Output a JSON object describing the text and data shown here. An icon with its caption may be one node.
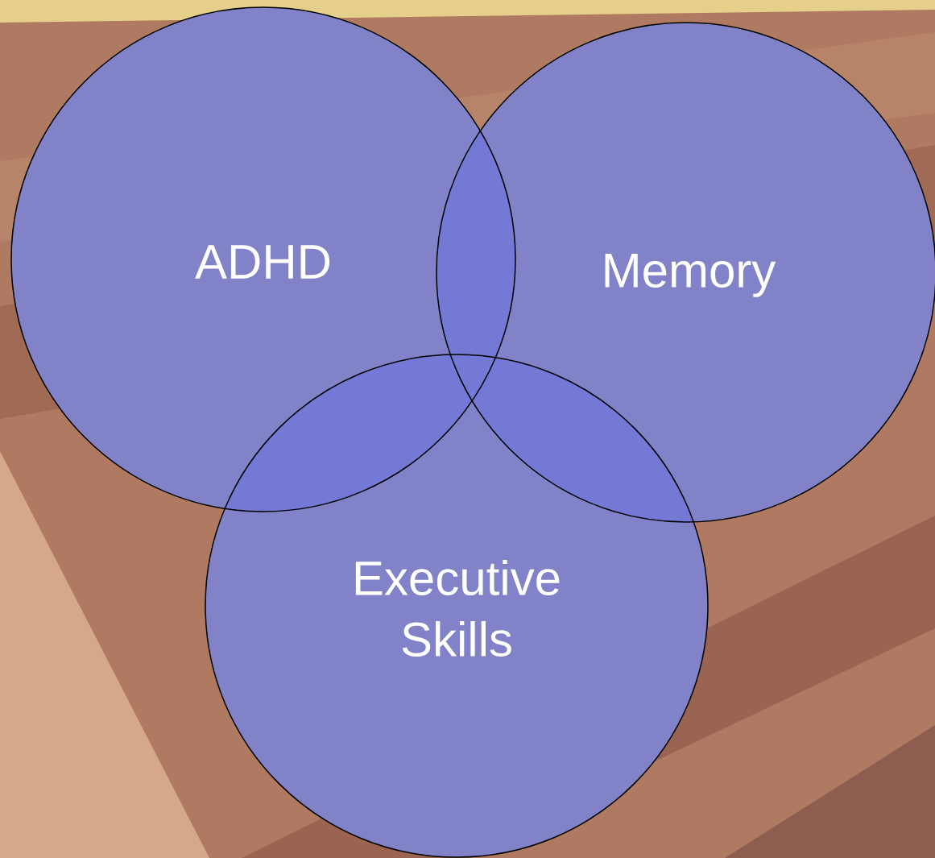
{
  "diagram": {
    "nodes": [
      {
        "text": [
          "ADHD"
        ]
      },
      {
        "text": [
          "Memory"
        ]
      },
      {
        "text": [
          "Executive Skills"
        ]
      }
    ]
  }
}
